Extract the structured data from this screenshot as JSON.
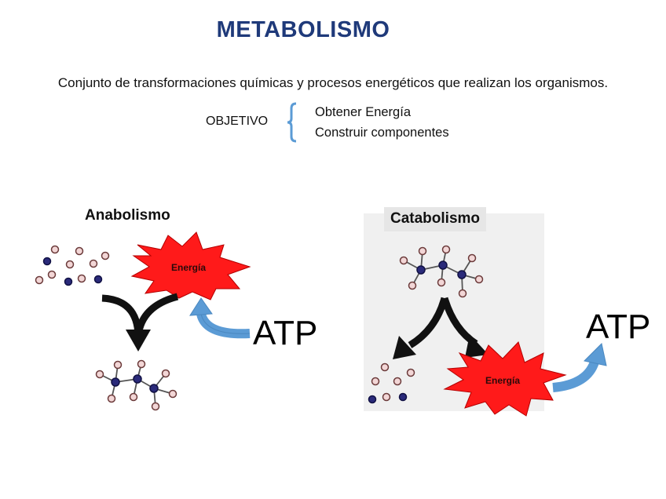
{
  "title": "METABOLISMO",
  "subtitle": "Conjunto de transformaciones químicas y procesos energéticos que realizan los organismos.",
  "objective": {
    "label": "OBJETIVO",
    "items": [
      "Obtener Energía",
      "Construir componentes"
    ]
  },
  "anabolism": {
    "heading": "Anabolismo",
    "energy_label": "Energía",
    "atp_label": "ATP"
  },
  "catabolism": {
    "heading": "Catabolismo",
    "energy_label": "Energía",
    "atp_label": "ATP"
  },
  "colors": {
    "title": "#1f3a7a",
    "brace": "#5b9bd5",
    "energy_burst": "#ff0000",
    "arrow_blue": "#5b9bd5",
    "atom_dark": "#1e1e6e",
    "atom_light": "#f2d6d6"
  }
}
